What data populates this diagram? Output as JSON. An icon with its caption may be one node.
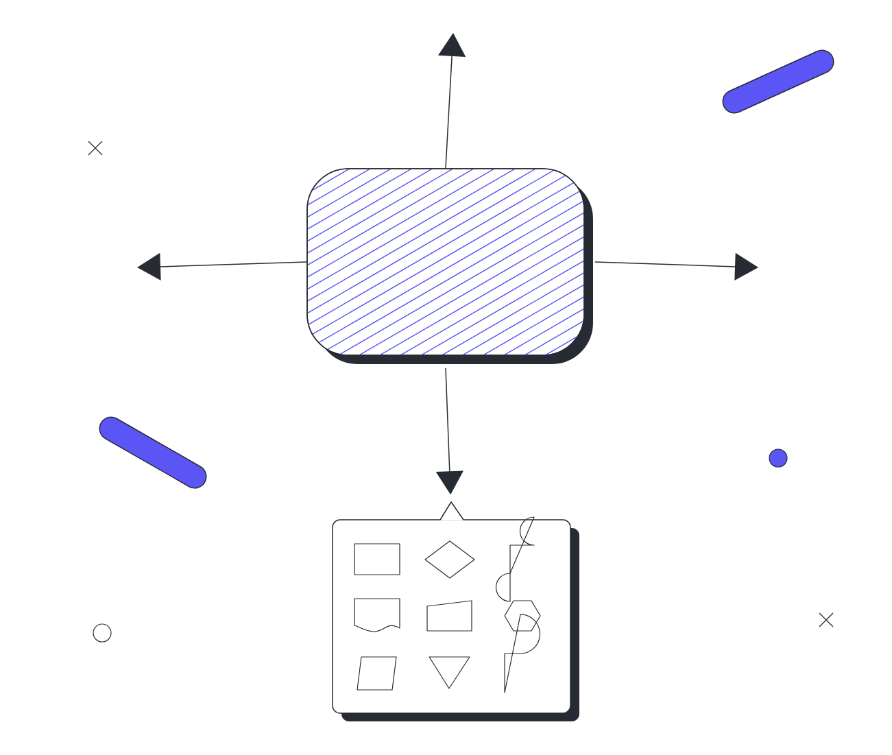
{
  "diagram": {
    "nodes": [
      {
        "text": [],
        "shape": "box"
      },
      {
        "text": [],
        "shape": "box"
      }
    ],
    "edges": [
      {
        "from": 0,
        "to": null,
        "arrow": "to"
      },
      {
        "from": 0,
        "to": null,
        "arrow": "to"
      },
      {
        "from": 0,
        "to": null,
        "arrow": "to"
      },
      {
        "from": 0,
        "to": 1,
        "arrow": "to"
      }
    ]
  }
}
